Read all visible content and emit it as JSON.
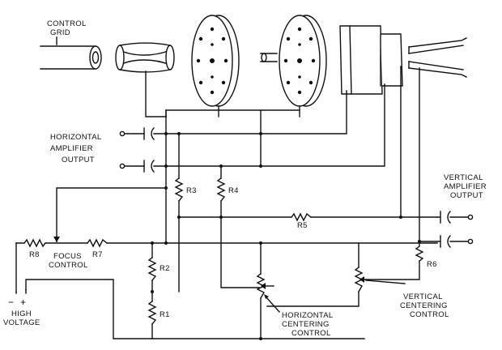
{
  "labels": {
    "control_grid": [
      "CONTROL",
      "GRID"
    ],
    "horizontal_amplifier_output": [
      "HORIZONTAL",
      "AMPLIFIER",
      "OUTPUT"
    ],
    "vertical_amplifier_output": [
      "VERTICAL",
      "AMPLIFIER",
      "OUTPUT"
    ],
    "focus_control": [
      "FOCUS",
      "CONTROL"
    ],
    "high_voltage": [
      "HIGH",
      "VOLTAGE"
    ],
    "horizontal_centering_control": [
      "HORIZONTAL",
      "CENTERING",
      "CONTROL"
    ],
    "vertical_centering_control": [
      "VERTICAL",
      "CENTERING",
      "CONTROL"
    ],
    "polarity_minus": "−",
    "polarity_plus": "+"
  },
  "resistors": {
    "r1": "R1",
    "r2": "R2",
    "r3": "R3",
    "r4": "R4",
    "r5": "R5",
    "r6": "R6",
    "r7": "R7",
    "r8": "R8"
  }
}
